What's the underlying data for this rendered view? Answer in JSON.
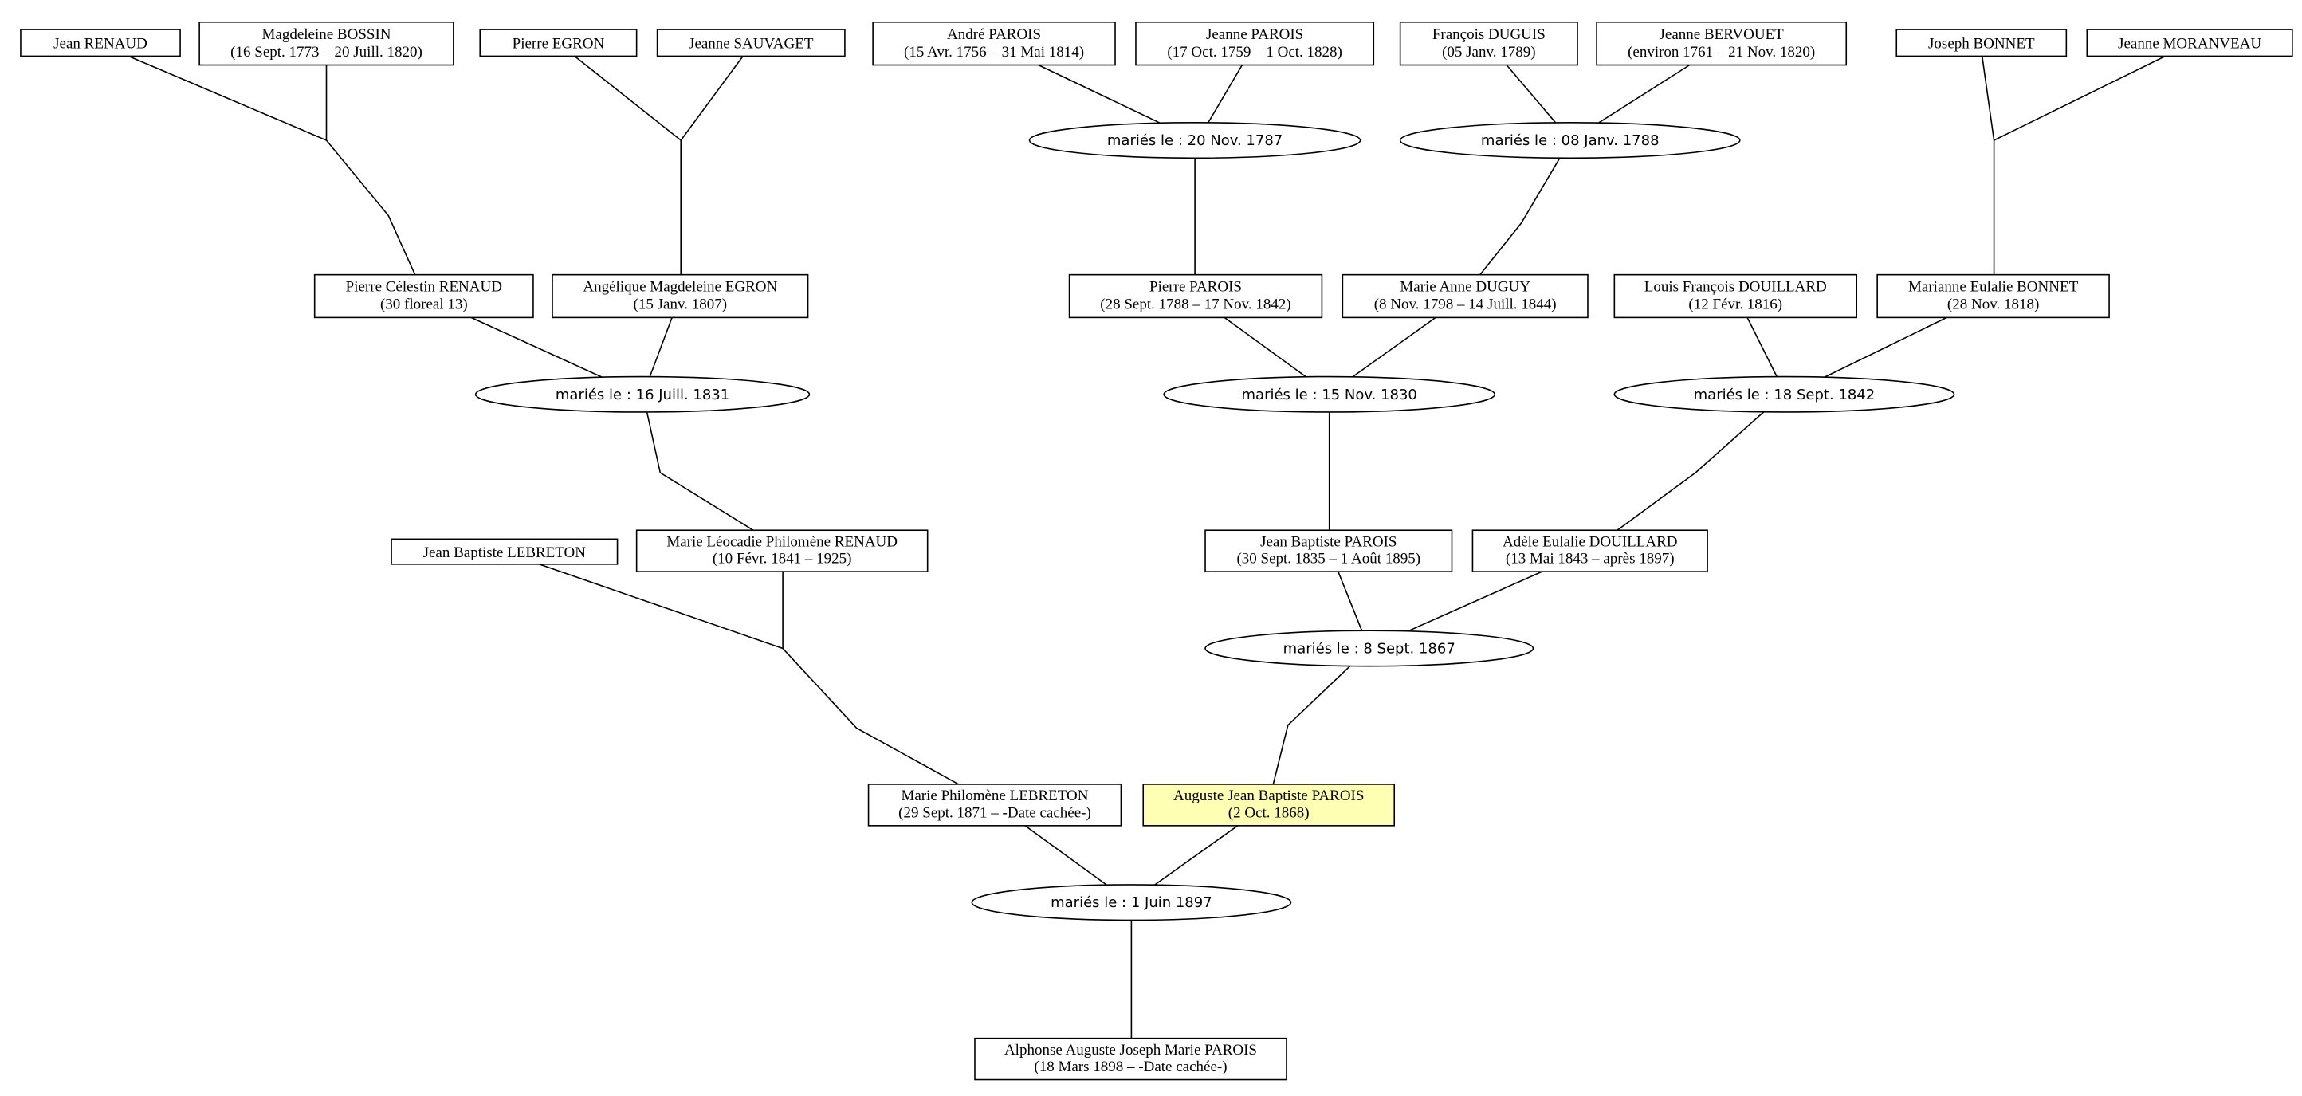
{
  "people": [
    {
      "id": "jean-renaud",
      "name": "Jean RENAUD",
      "dates": ""
    },
    {
      "id": "magdeleine-bossin",
      "name": "Magdeleine BOSSIN",
      "dates": "(16 Sept. 1773 – 20 Juill. 1820)"
    },
    {
      "id": "pierre-egron",
      "name": "Pierre EGRON",
      "dates": ""
    },
    {
      "id": "jeanne-sauvaget",
      "name": "Jeanne SAUVAGET",
      "dates": ""
    },
    {
      "id": "andre-parois",
      "name": "André PAROIS",
      "dates": "(15 Avr. 1756 – 31 Mai 1814)"
    },
    {
      "id": "jeanne-parois",
      "name": "Jeanne PAROIS",
      "dates": "(17 Oct. 1759 – 1 Oct. 1828)"
    },
    {
      "id": "francois-duguis",
      "name": "François DUGUIS",
      "dates": "(05 Janv. 1789)"
    },
    {
      "id": "jeanne-bervouet",
      "name": "Jeanne BERVOUET",
      "dates": "(environ 1761 – 21 Nov. 1820)"
    },
    {
      "id": "joseph-bonnet",
      "name": "Joseph BONNET",
      "dates": ""
    },
    {
      "id": "jeanne-moranveau",
      "name": "Jeanne MORANVEAU",
      "dates": ""
    },
    {
      "id": "pierre-celestin-renaud",
      "name": "Pierre Célestin RENAUD",
      "dates": "(30 floreal 13)"
    },
    {
      "id": "angelique-magdeleine-egron",
      "name": "Angélique Magdeleine EGRON",
      "dates": "(15 Janv. 1807)"
    },
    {
      "id": "pierre-parois",
      "name": "Pierre PAROIS",
      "dates": "(28 Sept. 1788 – 17 Nov. 1842)"
    },
    {
      "id": "marie-anne-duguy",
      "name": "Marie Anne DUGUY",
      "dates": "(8 Nov. 1798 – 14 Juill. 1844)"
    },
    {
      "id": "louis-francois-douillard",
      "name": "Louis François DOUILLARD",
      "dates": "(12 Févr. 1816)"
    },
    {
      "id": "marianne-eulalie-bonnet",
      "name": "Marianne Eulalie BONNET",
      "dates": "(28 Nov. 1818)"
    },
    {
      "id": "jean-baptiste-lebreton",
      "name": "Jean Baptiste LEBRETON",
      "dates": ""
    },
    {
      "id": "marie-leocadie-renaud",
      "name": "Marie Léocadie Philomène RENAUD",
      "dates": "(10 Févr. 1841 – 1925)"
    },
    {
      "id": "jean-baptiste-parois",
      "name": "Jean Baptiste PAROIS",
      "dates": "(30 Sept. 1835 – 1 Août 1895)"
    },
    {
      "id": "adele-eulalie-douillard",
      "name": "Adèle Eulalie DOUILLARD",
      "dates": "(13 Mai 1843 – après 1897)"
    },
    {
      "id": "marie-philomene-lebreton",
      "name": "Marie Philomène LEBRETON",
      "dates": "(29 Sept. 1871 – -Date cachée-)"
    },
    {
      "id": "auguste-jean-baptiste-parois",
      "name": "Auguste Jean Baptiste PAROIS",
      "dates": "(2 Oct. 1868)",
      "highlight": true
    },
    {
      "id": "alphonse-parois",
      "name": "Alphonse Auguste Joseph Marie PAROIS",
      "dates": "(18 Mars 1898 – -Date cachée-)"
    }
  ],
  "marriages": [
    {
      "id": "m-1787",
      "label": "mariés le : 20 Nov. 1787"
    },
    {
      "id": "m-1788",
      "label": "mariés le : 08 Janv. 1788"
    },
    {
      "id": "m-1831",
      "label": "mariés le : 16 Juill. 1831"
    },
    {
      "id": "m-1830",
      "label": "mariés le : 15 Nov. 1830"
    },
    {
      "id": "m-1842",
      "label": "mariés le : 18 Sept. 1842"
    },
    {
      "id": "m-1867",
      "label": "mariés le : 8 Sept. 1867"
    },
    {
      "id": "m-1897",
      "label": "mariés le : 1 Juin 1897"
    }
  ],
  "colors": {
    "highlight": "#ffffb3",
    "line": "#000000",
    "box": "#ffffff"
  }
}
